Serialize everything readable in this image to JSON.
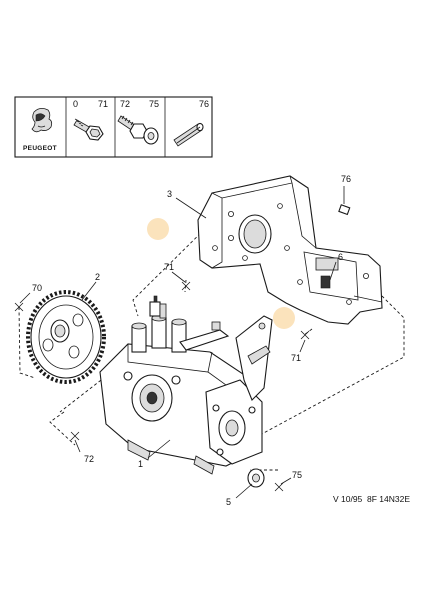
{
  "legend": {
    "brand": "PEUGEOT",
    "cells": [
      {
        "ref": "71"
      },
      {
        "ref": "72",
        "ref2": "75"
      },
      {
        "ref": "76"
      }
    ]
  },
  "callouts": {
    "c1": "1",
    "c2": "2",
    "c3": "3",
    "c5": "5",
    "c6": "6",
    "c70": "70",
    "c71a": "71",
    "c71b": "71",
    "c72": "72",
    "c75": "75",
    "c76": "76"
  },
  "reference_code": "V 10/95  8F 14N32E",
  "colors": {
    "marker": "#fbe3bc",
    "line": "#1a1a1a"
  }
}
